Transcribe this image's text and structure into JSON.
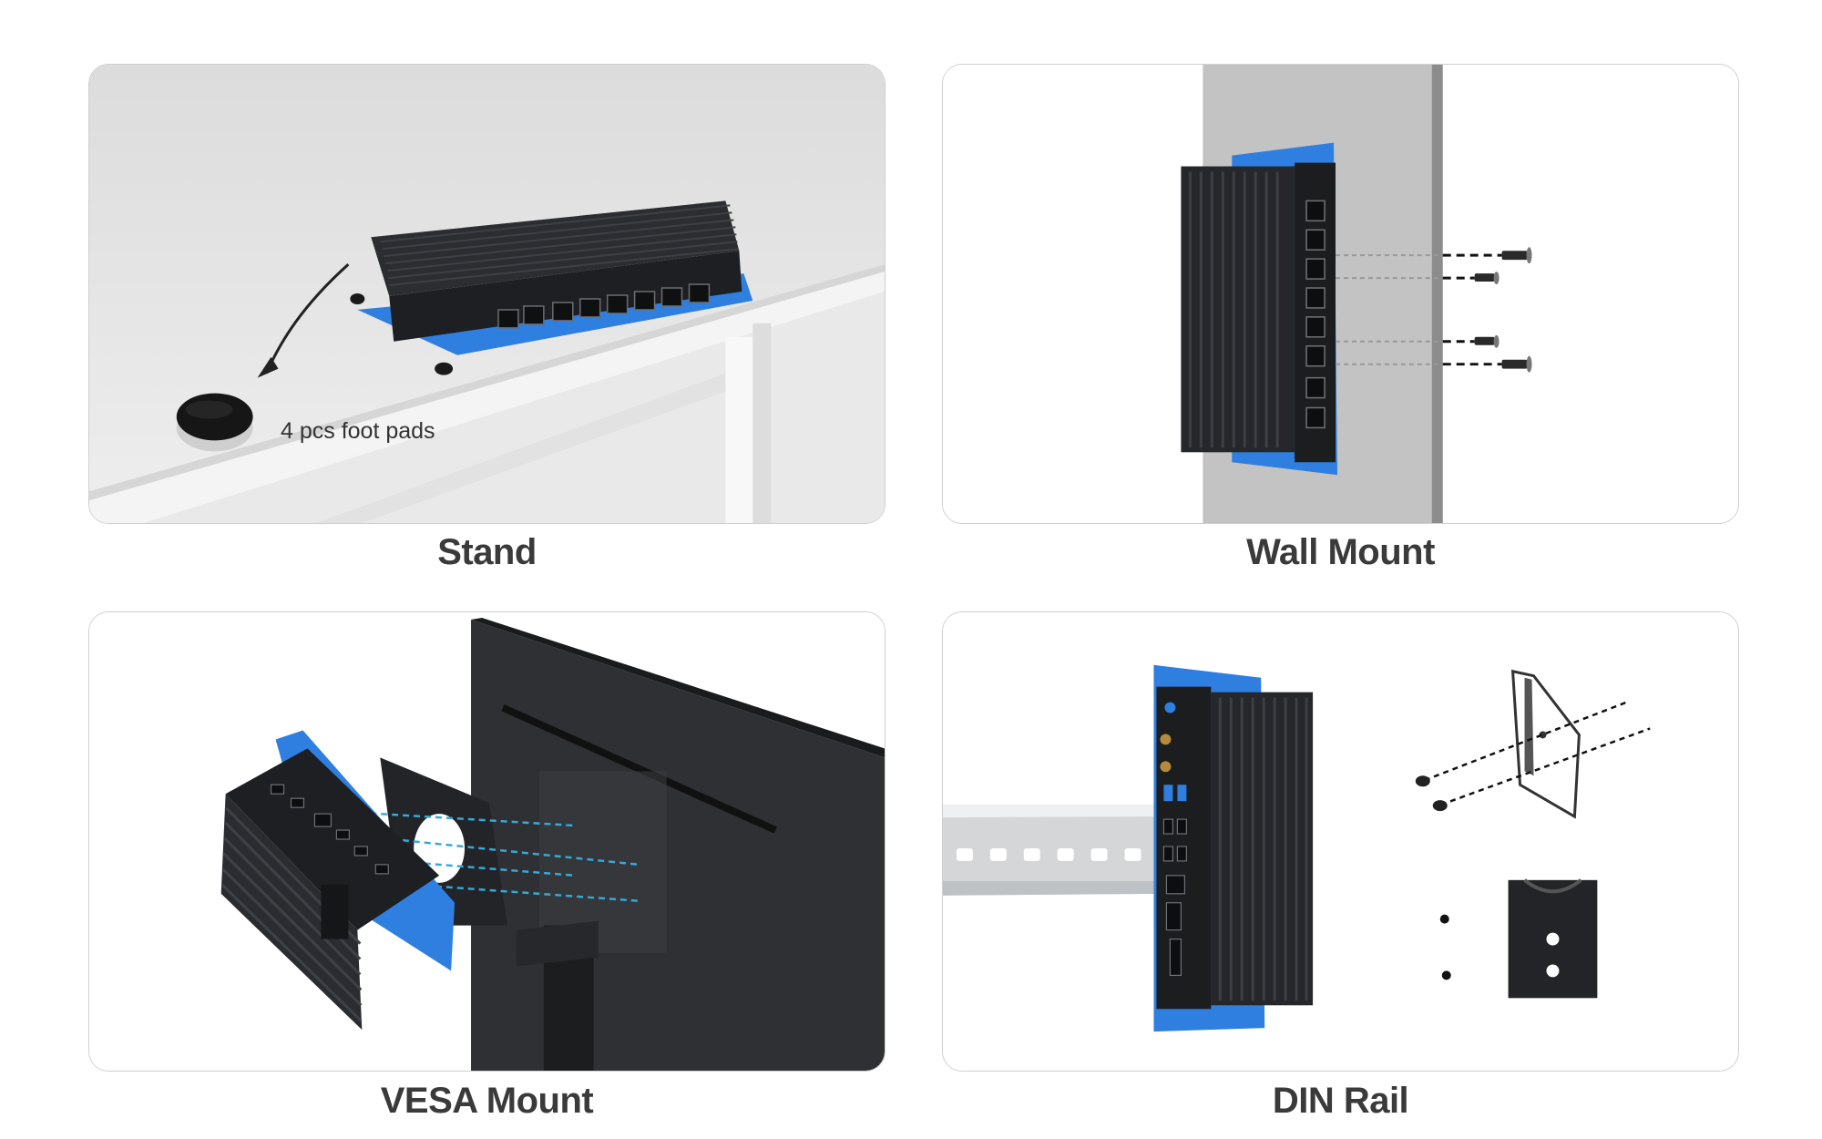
{
  "panels": {
    "stand": {
      "caption": "Stand",
      "note": "4 pcs foot pads"
    },
    "wall": {
      "caption": "Wall Mount"
    },
    "vesa": {
      "caption": "VESA Mount"
    },
    "din": {
      "caption": "DIN Rail"
    }
  },
  "colors": {
    "bracket_blue": "#2f7fe0",
    "device_black": "#26282b",
    "wall_gray": "#c3c3c3",
    "guide_cyan": "#35a9d8"
  }
}
